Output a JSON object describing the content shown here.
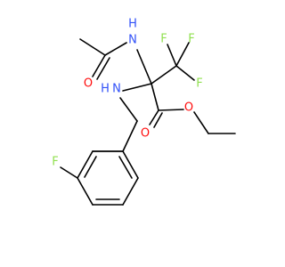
{
  "molecule": {
    "atoms": {
      "amide_N": "N",
      "amide_N_H": "H",
      "carbonyl_O_acetyl": "O",
      "amine_N": "N",
      "amine_N_H": "H",
      "CF3_F_top_left": "F",
      "CF3_F_top_right": "F",
      "CF3_F_right": "F",
      "ester_O_carbonyl": "O",
      "ester_O_link": "O",
      "aryl_F": "F"
    },
    "colors": {
      "bond": "#000000",
      "nitrogen": "#3050F8",
      "oxygen": "#FF0D0D",
      "fluorine": "#90E050"
    }
  }
}
